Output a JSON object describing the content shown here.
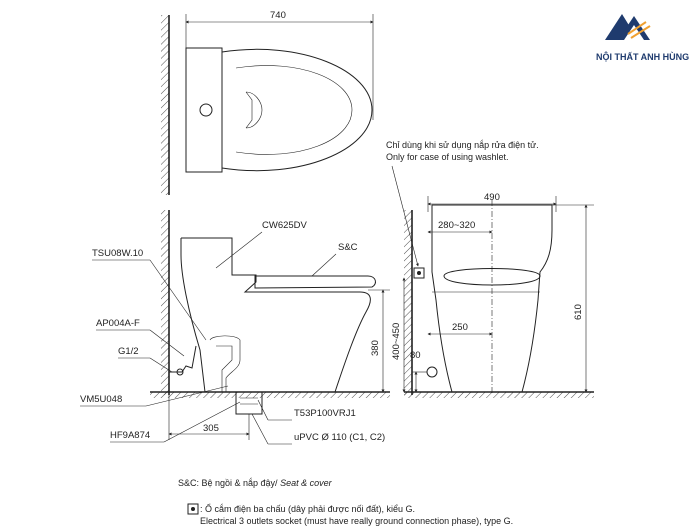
{
  "brand": {
    "name": "NỘI THẤT ANH HÙNG"
  },
  "top_view": {
    "width_dim": "740"
  },
  "side_view": {
    "labels": {
      "model": "CW625DV",
      "seat_cover": "S&C",
      "supply_valve": "TSU08W.10",
      "angle_stop": "AP004A-F",
      "pipe_thread": "G1/2",
      "flange": "VM5U048",
      "hose": "HF9A874",
      "drain_adapter": "T53P100VRJ1",
      "drain_pipe": "uPVC Ø 110 (C1, C2)"
    },
    "dims": {
      "rough_in": "305",
      "seat_height": "380"
    }
  },
  "front_view": {
    "note_vi": "Chỉ dùng khi sử dụng nắp rửa điện tử.",
    "note_en": "Only for case of using washlet.",
    "dims": {
      "width": "490",
      "seat_span": "280~320",
      "inlet_offset": "250",
      "socket_height": "400~450",
      "supply_height": "80",
      "total_height": "610"
    }
  },
  "legend": {
    "seat_cover_prefix": "S&C: Bệ ngồi & nắp đậy/ ",
    "seat_cover_en": "Seat & cover",
    "socket_vi": ": Ổ cắm điện ba chấu (dây phải được nối đất), kiểu G.",
    "socket_en": "Electrical 3 outlets socket (must have really ground connection phase), type G."
  }
}
